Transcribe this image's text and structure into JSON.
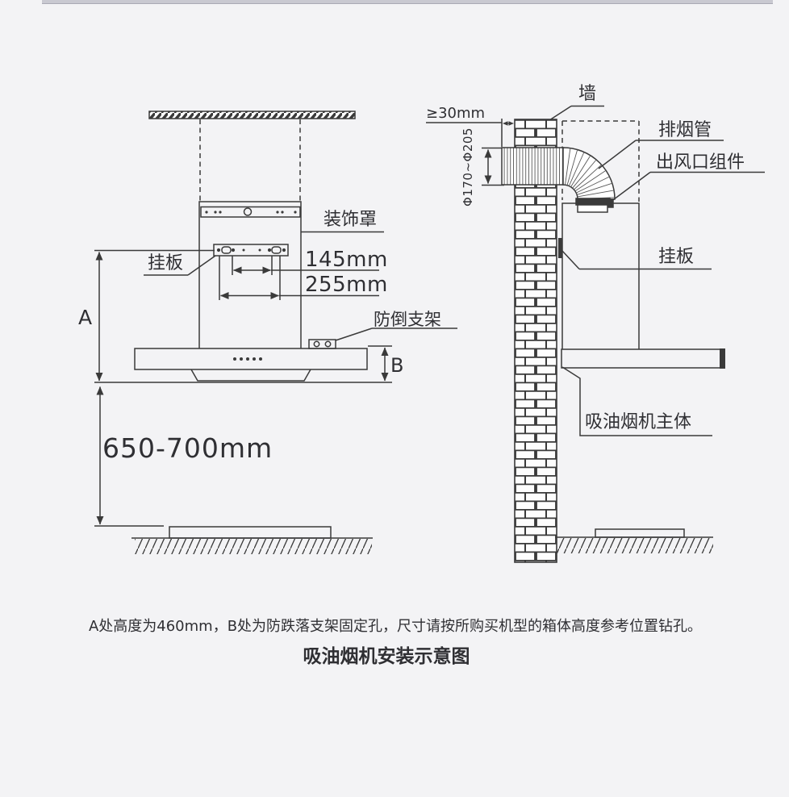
{
  "page": {
    "background": "#f3f3f5",
    "line_color": "#3a3a3a",
    "text_color": "#2f2f33"
  },
  "left_diagram": {
    "decorative_cover_label": "装饰罩",
    "hanging_plate_label": "挂板",
    "dim_145": "145mm",
    "dim_255": "255mm",
    "dim_a_label": "A",
    "anti_tip_bracket_label": "防倒支架",
    "dim_b_label": "B",
    "dim_height_range": "650-700mm"
  },
  "right_diagram": {
    "wall_label": "墙",
    "gap_dim": "≥30mm",
    "diameter_dim": "Φ170~Φ205",
    "exhaust_pipe_label": "排烟管",
    "outlet_assembly_label": "出风口组件",
    "hanging_plate_label": "挂板",
    "hood_body_label": "吸油烟机主体"
  },
  "footer": {
    "note": "A处高度为460mm，B处为防跌落支架固定孔，尺寸请按所购买机型的箱体高度参考位置钻孔。",
    "title": "吸油烟机安装示意图"
  }
}
